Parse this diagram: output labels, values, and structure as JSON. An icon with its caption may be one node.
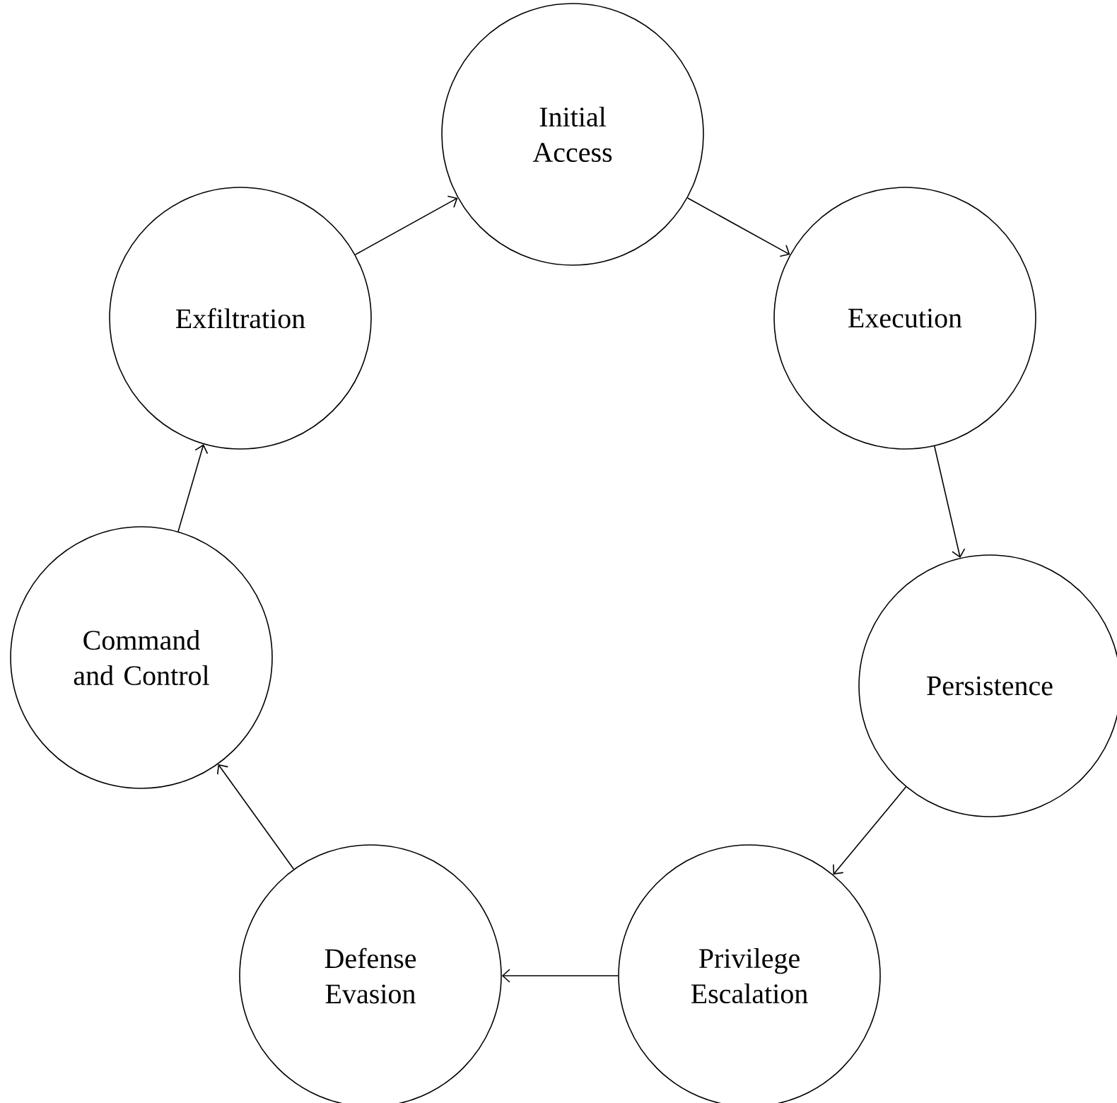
{
  "diagram": {
    "nodes": [
      {
        "text": [
          "Initial Access"
        ]
      },
      {
        "text": [
          "Execution"
        ]
      },
      {
        "text": [
          "Persistence"
        ]
      },
      {
        "text": [
          "Privilege Escalation"
        ]
      },
      {
        "text": [
          "Defense Evasion"
        ]
      },
      {
        "text": [
          "Command and Control"
        ]
      },
      {
        "text": [
          "Exfiltration"
        ]
      }
    ],
    "edges": [
      {
        "from": 0,
        "to": 1,
        "arrow": "to"
      },
      {
        "from": 1,
        "to": 2,
        "arrow": "to"
      },
      {
        "from": 2,
        "to": 3,
        "arrow": "to"
      },
      {
        "from": 3,
        "to": 4,
        "arrow": "to"
      },
      {
        "from": 4,
        "to": 5,
        "arrow": "to"
      },
      {
        "from": 5,
        "to": 6,
        "arrow": "to"
      },
      {
        "from": 6,
        "to": 0,
        "arrow": "to"
      }
    ]
  }
}
